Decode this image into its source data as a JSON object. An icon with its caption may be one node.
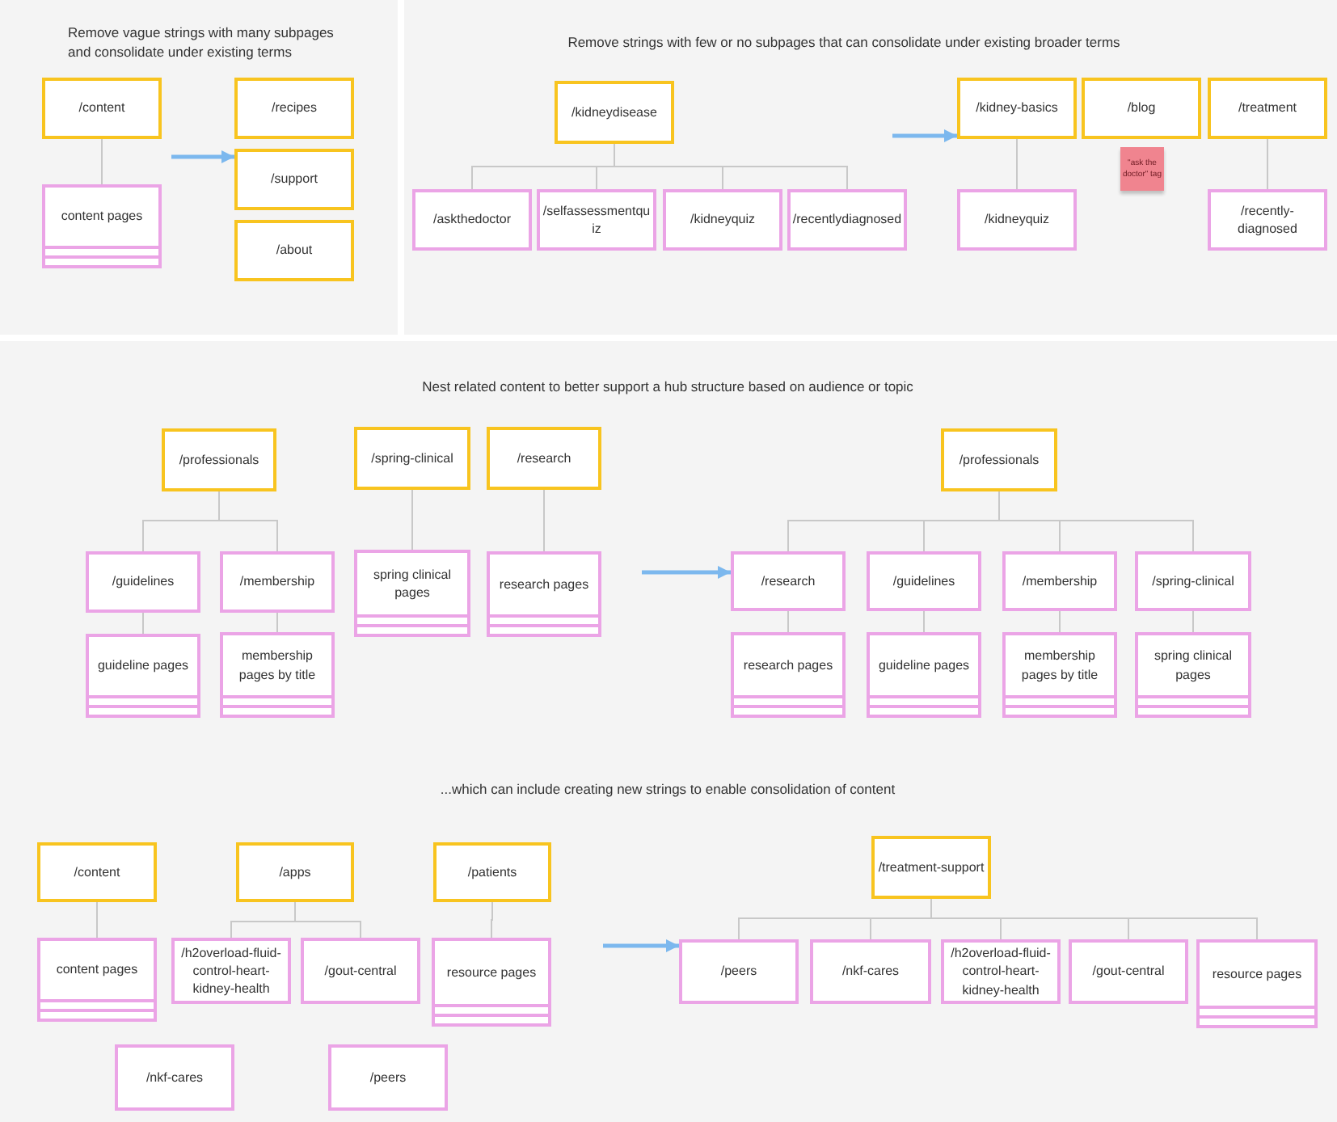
{
  "diagram": {
    "nodes": [
      {
        "text": [
          "Remove vague strings with many subpages and consolidate under existing terms"
        ]
      },
      {
        "text": [
          "/content"
        ],
        "in": 0
      },
      {
        "text": [
          "content pages"
        ],
        "in": 0
      },
      {
        "text": [
          "/recipes"
        ],
        "in": 0
      },
      {
        "text": [
          "/support"
        ],
        "in": 0
      },
      {
        "text": [
          "/about"
        ],
        "in": 0
      },
      {
        "text": [
          "Remove strings with few or no subpages that can consolidate under existing broader terms"
        ]
      },
      {
        "text": [
          "/kidneydisease"
        ],
        "in": 6
      },
      {
        "text": [
          "/askthedoctor"
        ],
        "in": 6
      },
      {
        "text": [
          "/selfassessmentquiz"
        ],
        "in": 6
      },
      {
        "text": [
          "/kidneyquiz"
        ],
        "in": 6
      },
      {
        "text": [
          "/recentlydiagnosed"
        ],
        "in": 6
      },
      {
        "text": [
          "/kidney-basics"
        ],
        "in": 6
      },
      {
        "text": [
          "/blog"
        ],
        "in": 6
      },
      {
        "text": [
          "/treatment"
        ],
        "in": 6
      },
      {
        "text": [
          "\"ask the doctor\" tag"
        ],
        "in": 6
      },
      {
        "text": [
          "/kidneyquiz"
        ],
        "in": 6
      },
      {
        "text": [
          "/recently-diagnosed"
        ],
        "in": 6
      },
      {
        "text": [
          "Nest related content to better support a hub structure based on audience or topic",
          "...which can include creating new strings to enable consolidation of content"
        ]
      },
      {
        "text": [
          "/professionals"
        ],
        "in": 18
      },
      {
        "text": [
          "/spring-clinical"
        ],
        "in": 18
      },
      {
        "text": [
          "/research"
        ],
        "in": 18
      },
      {
        "text": [
          "/guidelines"
        ],
        "in": 18
      },
      {
        "text": [
          "/membership"
        ],
        "in": 18
      },
      {
        "text": [
          "spring clinical pages"
        ],
        "in": 18
      },
      {
        "text": [
          "research pages"
        ],
        "in": 18
      },
      {
        "text": [
          "guideline pages"
        ],
        "in": 18
      },
      {
        "text": [
          "membership pages by title"
        ],
        "in": 18
      },
      {
        "text": [
          "/professionals"
        ],
        "in": 18
      },
      {
        "text": [
          "/research"
        ],
        "in": 18
      },
      {
        "text": [
          "/guidelines"
        ],
        "in": 18
      },
      {
        "text": [
          "/membership"
        ],
        "in": 18
      },
      {
        "text": [
          "/spring-clinical"
        ],
        "in": 18
      },
      {
        "text": [
          "research pages"
        ],
        "in": 18
      },
      {
        "text": [
          "guideline pages"
        ],
        "in": 18
      },
      {
        "text": [
          "membership pages by title"
        ],
        "in": 18
      },
      {
        "text": [
          "spring clinical pages"
        ],
        "in": 18
      },
      {
        "text": [
          "/content"
        ],
        "in": 18
      },
      {
        "text": [
          "/apps"
        ],
        "in": 18
      },
      {
        "text": [
          "/patients"
        ],
        "in": 18
      },
      {
        "text": [
          "content pages"
        ],
        "in": 18
      },
      {
        "text": [
          "/h2overload-fluid-control-heart-kidney-health"
        ],
        "in": 18
      },
      {
        "text": [
          "/gout-central"
        ],
        "in": 18
      },
      {
        "text": [
          "resource pages"
        ],
        "in": 18
      },
      {
        "text": [
          "/nkf-cares"
        ],
        "in": 18
      },
      {
        "text": [
          "/peers"
        ],
        "in": 18
      },
      {
        "text": [
          "/treatment-support"
        ],
        "in": 18
      },
      {
        "text": [
          "/peers"
        ],
        "in": 18
      },
      {
        "text": [
          "/nkf-cares"
        ],
        "in": 18
      },
      {
        "text": [
          "/h2overload-fluid-control-heart-kidney-health"
        ],
        "in": 18
      },
      {
        "text": [
          "/gout-central"
        ],
        "in": 18
      },
      {
        "text": [
          "resource pages"
        ],
        "in": 18
      }
    ],
    "edges": [
      {
        "from": 1,
        "to": 2,
        "arrow": "none"
      },
      {
        "from": null,
        "to": 4,
        "arrow": "to",
        "style": "thick",
        "color": "#7cb8ee"
      },
      {
        "from": 7,
        "to": 8,
        "arrow": "none"
      },
      {
        "from": 7,
        "to": 9,
        "arrow": "none"
      },
      {
        "from": 7,
        "to": 10,
        "arrow": "none"
      },
      {
        "from": 7,
        "to": 11,
        "arrow": "none"
      },
      {
        "from": null,
        "to": 12,
        "arrow": "to",
        "style": "thick",
        "color": "#7cb8ee"
      },
      {
        "from": 12,
        "to": 16,
        "arrow": "none"
      },
      {
        "from": 14,
        "to": 17,
        "arrow": "none"
      },
      {
        "from": 19,
        "to": 22,
        "arrow": "none"
      },
      {
        "from": 19,
        "to": 23,
        "arrow": "none"
      },
      {
        "from": 22,
        "to": 26,
        "arrow": "none"
      },
      {
        "from": 23,
        "to": 27,
        "arrow": "none"
      },
      {
        "from": 20,
        "to": 24,
        "arrow": "none"
      },
      {
        "from": 21,
        "to": 25,
        "arrow": "none"
      },
      {
        "from": null,
        "to": 29,
        "arrow": "to",
        "style": "thick",
        "color": "#7cb8ee"
      },
      {
        "from": 28,
        "to": 29,
        "arrow": "none"
      },
      {
        "from": 28,
        "to": 30,
        "arrow": "none"
      },
      {
        "from": 28,
        "to": 31,
        "arrow": "none"
      },
      {
        "from": 28,
        "to": 32,
        "arrow": "none"
      },
      {
        "from": 29,
        "to": 33,
        "arrow": "none"
      },
      {
        "from": 30,
        "to": 34,
        "arrow": "none"
      },
      {
        "from": 31,
        "to": 35,
        "arrow": "none"
      },
      {
        "from": 32,
        "to": 36,
        "arrow": "none"
      },
      {
        "from": 37,
        "to": 40,
        "arrow": "none"
      },
      {
        "from": 38,
        "to": 41,
        "arrow": "none"
      },
      {
        "from": 38,
        "to": 42,
        "arrow": "none"
      },
      {
        "from": 39,
        "to": 43,
        "arrow": "none"
      },
      {
        "from": null,
        "to": 47,
        "arrow": "to",
        "style": "thick",
        "color": "#7cb8ee"
      },
      {
        "from": 46,
        "to": 47,
        "arrow": "none"
      },
      {
        "from": 46,
        "to": 48,
        "arrow": "none"
      },
      {
        "from": 46,
        "to": 49,
        "arrow": "none"
      },
      {
        "from": 46,
        "to": 50,
        "arrow": "none"
      },
      {
        "from": 46,
        "to": 51,
        "arrow": "none"
      }
    ]
  }
}
